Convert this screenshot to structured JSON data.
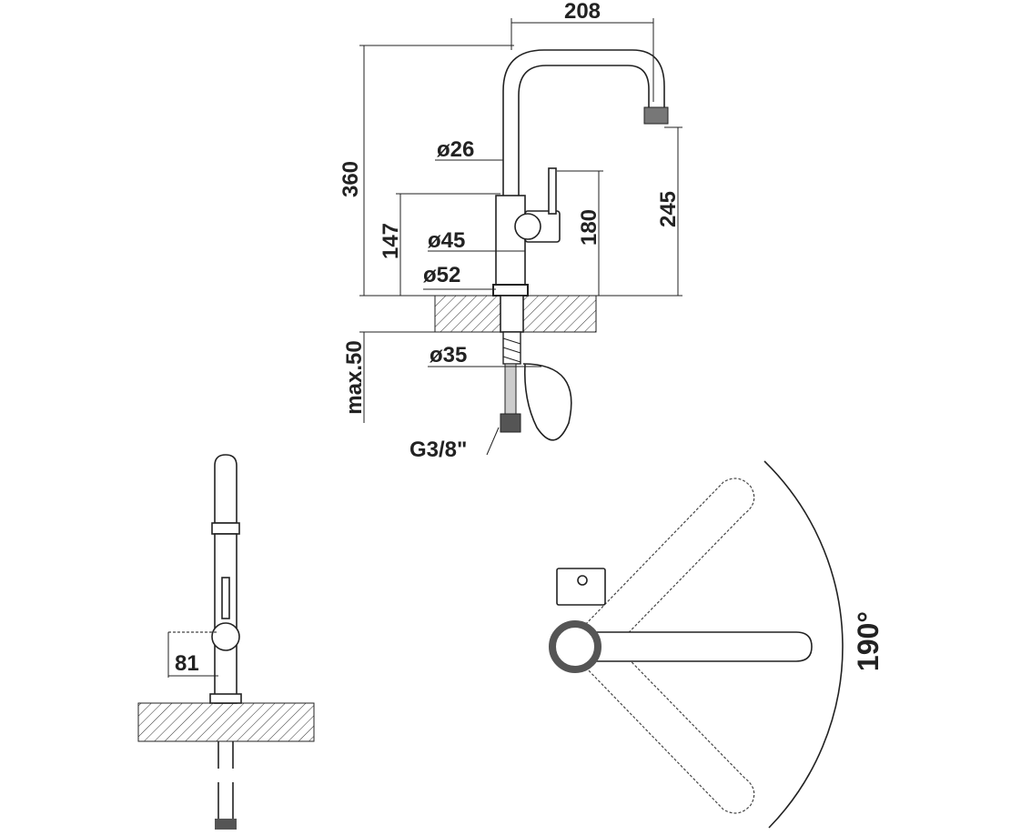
{
  "drawing": {
    "side_view": {
      "width_spout": "208",
      "height_total": "360",
      "spout_diameter": "ø26",
      "handle_height": "147",
      "body_diameter": "ø45",
      "lever_height": "180",
      "outlet_height": "245",
      "base_diameter": "ø52",
      "countertop_max": "max.50",
      "hole_diameter": "ø35",
      "connection": "G3/8\""
    },
    "front_view": {
      "handle_offset": "81"
    },
    "top_view": {
      "swivel_angle": "190°"
    }
  }
}
